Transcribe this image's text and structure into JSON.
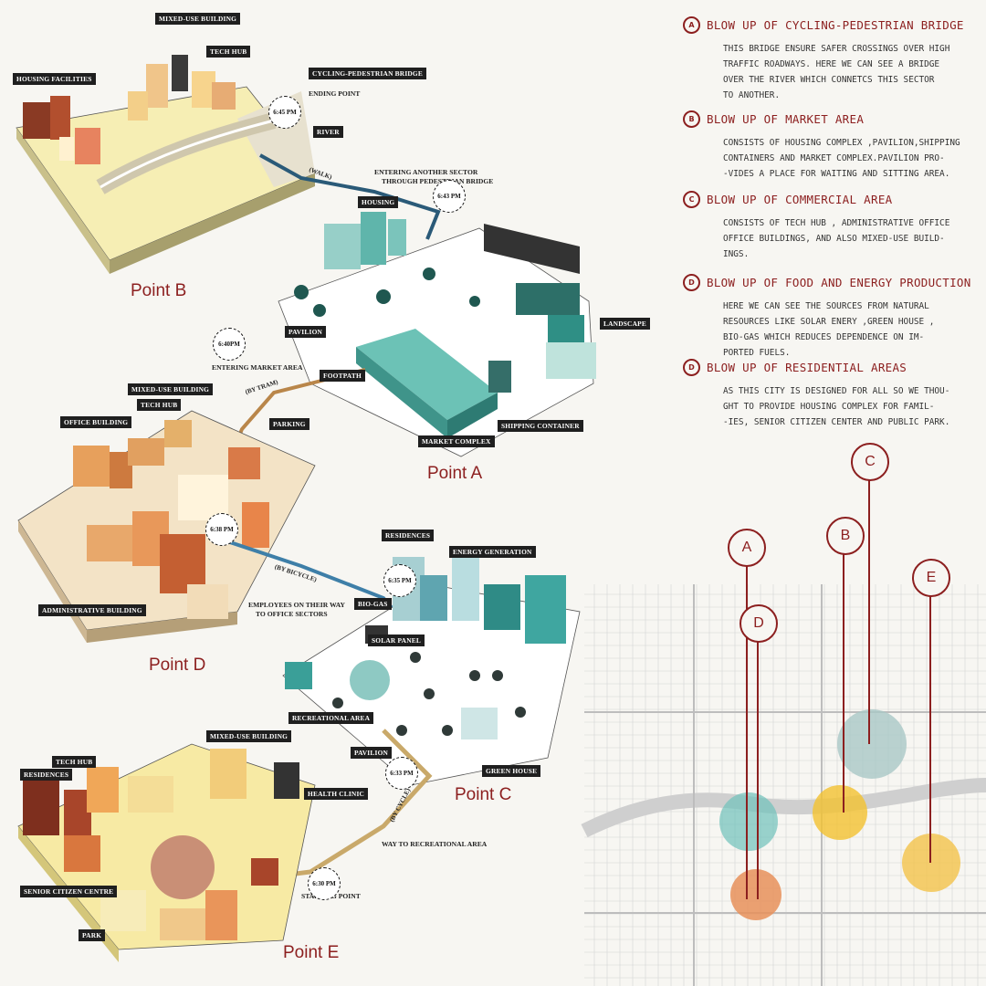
{
  "legend": [
    {
      "letter": "A",
      "title": "BLOW UP OF CYCLING-PEDESTRIAN BRIDGE",
      "lines": [
        "THIS BRIDGE ENSURE SAFER CROSSINGS OVER HIGH",
        "TRAFFIC ROADWAYS. HERE WE CAN SEE A BRIDGE",
        "OVER THE RIVER WHICH CONNETCS THIS SECTOR",
        "TO ANOTHER."
      ]
    },
    {
      "letter": "B",
      "title": "BLOW UP OF MARKET AREA",
      "lines": [
        "CONSISTS OF HOUSING COMPLEX ,PAVILION,SHIPPING",
        "CONTAINERS AND MARKET COMPLEX.PAVILION PRO-",
        "-VIDES A PLACE FOR WAITING AND SITTING AREA."
      ]
    },
    {
      "letter": "C",
      "title": "BLOW UP OF COMMERCIAL AREA",
      "lines": [
        "CONSISTS OF TECH HUB , ADMINISTRATIVE OFFICE",
        "OFFICE BUILDINGS, AND ALSO MIXED-USE BUILD-",
        "INGS."
      ]
    },
    {
      "letter": "D",
      "title": "BLOW UP OF FOOD AND ENERGY PRODUCTION",
      "lines": [
        "HERE WE CAN SEE THE SOURCES FROM NATURAL",
        "RESOURCES LIKE SOLAR ENERY ,GREEN HOUSE ,",
        "BIO-GAS WHICH REDUCES DEPENDENCE ON IM-",
        "PORTED FUELS."
      ]
    },
    {
      "letter": "D",
      "title": "BLOW UP OF RESIDENTIAL AREAS",
      "lines": [
        "AS THIS CITY IS DESIGNED FOR ALL SO WE THOU-",
        "GHT TO PROVIDE HOUSING COMPLEX FOR FAMIL-",
        "-IES, SENIOR CITIZEN CENTER AND PUBLIC PARK."
      ]
    }
  ],
  "points": [
    {
      "id": "b",
      "label": "Point B"
    },
    {
      "id": "a",
      "label": "Point A"
    },
    {
      "id": "d",
      "label": "Point D"
    },
    {
      "id": "c",
      "label": "Point C"
    },
    {
      "id": "e",
      "label": "Point E"
    }
  ],
  "tags": [
    {
      "id": "b-mixed-use",
      "text": "MIXED-USE BUILDING"
    },
    {
      "id": "b-tech-hub",
      "text": "TECH HUB"
    },
    {
      "id": "b-housing",
      "text": "HOUSING FACILITIES"
    },
    {
      "id": "b-bridge",
      "text": "CYCLING-PEDESTRIAN BRIDGE"
    },
    {
      "id": "b-river",
      "text": "RIVER"
    },
    {
      "id": "a-housing",
      "text": "HOUSING"
    },
    {
      "id": "a-pavilion",
      "text": "PAVILION"
    },
    {
      "id": "a-footpath",
      "text": "FOOTPATH"
    },
    {
      "id": "a-landscape",
      "text": "LANDSCAPE"
    },
    {
      "id": "a-shipping",
      "text": "SHIPPING CONTAINER"
    },
    {
      "id": "a-market",
      "text": "MARKET COMPLEX"
    },
    {
      "id": "d-mixed-use",
      "text": "MIXED-USE BUILDING"
    },
    {
      "id": "d-tech-hub",
      "text": "TECH HUB"
    },
    {
      "id": "d-office",
      "text": "OFFICE BUILDING"
    },
    {
      "id": "d-parking",
      "text": "PARKING"
    },
    {
      "id": "d-admin",
      "text": "ADMINISTRATIVE BUILDING"
    },
    {
      "id": "c-residences",
      "text": "RESIDENCES"
    },
    {
      "id": "c-energy",
      "text": "ENERGY GENERATION"
    },
    {
      "id": "c-biogas",
      "text": "BIO-GAS"
    },
    {
      "id": "c-solar",
      "text": "SOLAR PANEL"
    },
    {
      "id": "c-recreational",
      "text": "RECREATIONAL AREA"
    },
    {
      "id": "c-pavilion",
      "text": "PAVILION"
    },
    {
      "id": "c-greenhouse",
      "text": "GREEN HOUSE"
    },
    {
      "id": "e-mixed-use",
      "text": "MIXED-USE BUILDING"
    },
    {
      "id": "e-tech-hub",
      "text": "TECH HUB"
    },
    {
      "id": "e-residences",
      "text": "RESIDENCES"
    },
    {
      "id": "e-health",
      "text": "HEALTH CLINIC"
    },
    {
      "id": "e-senior",
      "text": "SENIOR CITIZEN CENTRE"
    },
    {
      "id": "e-park",
      "text": "PARK"
    }
  ],
  "route_labels": [
    {
      "id": "ending-point",
      "text": "ENDING POINT"
    },
    {
      "id": "entering-sector",
      "text": "ENTERING ANOTHER SECTOR"
    },
    {
      "id": "entering-sector-2",
      "text": "THROUGH PEDESTRIAN BRIDGE"
    },
    {
      "id": "entering-market",
      "text": "ENTERING MARKET AREA"
    },
    {
      "id": "employees",
      "text": "EMPLOYEES ON THEIR WAY"
    },
    {
      "id": "employees-2",
      "text": "TO OFFICE SECTORS"
    },
    {
      "id": "way-recreational",
      "text": "WAY TO RECREATIONAL AREA"
    },
    {
      "id": "starting-point",
      "text": "STARTING POINT"
    }
  ],
  "times": [
    {
      "id": "t645",
      "text": "6:45 PM"
    },
    {
      "id": "t643",
      "text": "6:43 PM"
    },
    {
      "id": "t640",
      "text": "6:40PM"
    },
    {
      "id": "t638",
      "text": "6:38 PM"
    },
    {
      "id": "t635",
      "text": "6:35 PM"
    },
    {
      "id": "t633",
      "text": "6:33 PM"
    },
    {
      "id": "t630",
      "text": "6:30 PM"
    }
  ],
  "modes": [
    {
      "id": "walk",
      "text": "(WALK)"
    },
    {
      "id": "tram",
      "text": "(BY TRAM)"
    },
    {
      "id": "bicycle",
      "text": "(BY BICYCLE)"
    },
    {
      "id": "cycle",
      "text": "(BY CYCLE)"
    }
  ],
  "map_callouts": [
    "A",
    "B",
    "C",
    "D",
    "E"
  ],
  "colors": {
    "accent": "#8c1f1f",
    "warm_building": "#e89a4a",
    "dark_building": "#8a3a24",
    "teal_building": "#5fb5ab",
    "route_b_a": "#2a5a78",
    "route_a_d": "#b9864a",
    "route_d_c": "#3e7fa8"
  }
}
